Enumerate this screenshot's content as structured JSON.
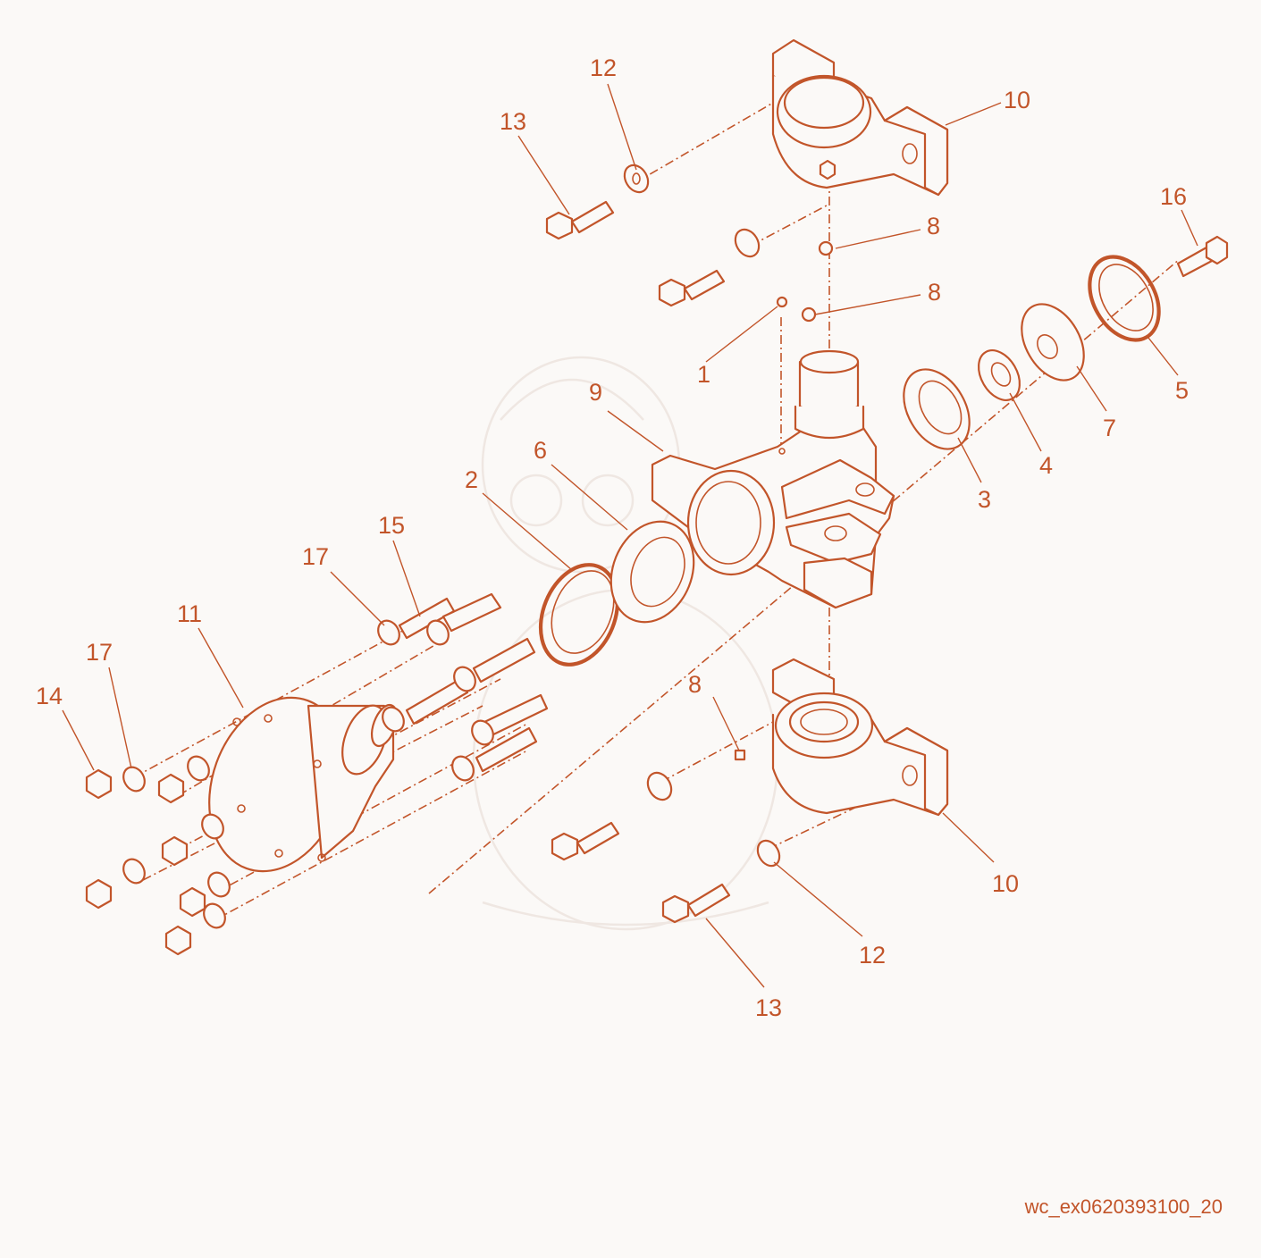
{
  "callouts": {
    "c1": "1",
    "c2": "2",
    "c3": "3",
    "c4": "4",
    "c5": "5",
    "c6": "6",
    "c7": "7",
    "c8a": "8",
    "c8b": "8",
    "c8c": "8",
    "c9": "9",
    "c10a": "10",
    "c10b": "10",
    "c11": "11",
    "c12a": "12",
    "c12b": "12",
    "c13a": "13",
    "c13b": "13",
    "c14": "14",
    "c15": "15",
    "c16": "16",
    "c17a": "17",
    "c17b": "17"
  },
  "drawing_id": "wc_ex0620393100_20",
  "colors": {
    "line": "#c2552a",
    "background": "#fbf9f7",
    "watermark": "#efe7e2"
  }
}
